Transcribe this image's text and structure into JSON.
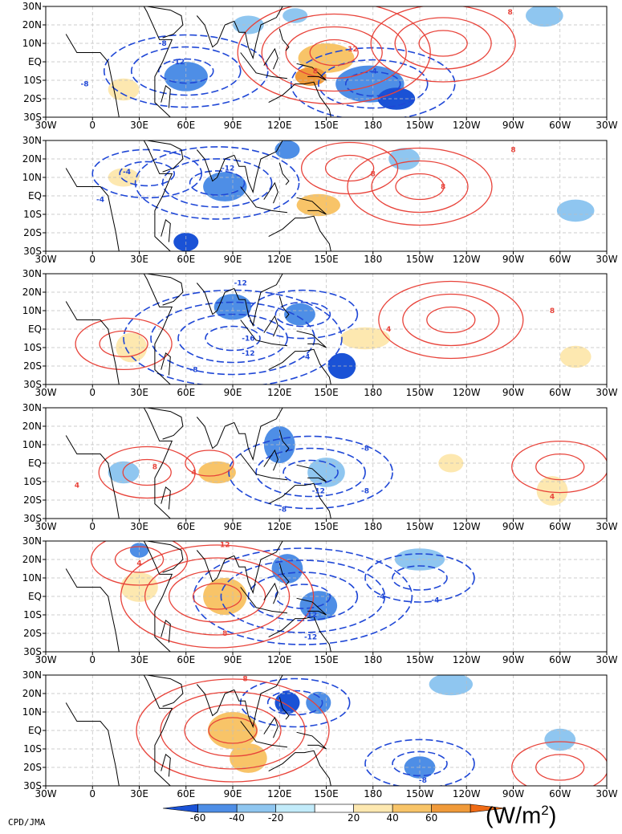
{
  "lat_labels": [
    "30N",
    "20N",
    "10N",
    "EQ",
    "10S",
    "20S",
    "30S"
  ],
  "lon_labels": [
    "30W",
    "0",
    "30E",
    "60E",
    "90E",
    "120E",
    "150E",
    "180",
    "150W",
    "120W",
    "90W",
    "60W",
    "30W"
  ],
  "panels": [
    {
      "shading": [
        {
          "lon": 60,
          "lat": -8,
          "rx": 14,
          "ry": 8,
          "v": -50
        },
        {
          "lon": 178,
          "lat": -12,
          "rx": 22,
          "ry": 10,
          "v": -55
        },
        {
          "lon": 195,
          "lat": -20,
          "rx": 12,
          "ry": 6,
          "v": -65
        },
        {
          "lon": 130,
          "lat": 25,
          "rx": 8,
          "ry": 4,
          "v": -30
        },
        {
          "lon": 150,
          "lat": 2,
          "rx": 18,
          "ry": 8,
          "v": 45
        },
        {
          "lon": 140,
          "lat": -8,
          "rx": 10,
          "ry": 5,
          "v": 65
        },
        {
          "lon": 290,
          "lat": 25,
          "rx": 12,
          "ry": 6,
          "v": -25
        },
        {
          "lon": 20,
          "lat": -15,
          "rx": 10,
          "ry": 6,
          "v": 25
        },
        {
          "lon": 100,
          "lat": 20,
          "rx": 10,
          "ry": 5,
          "v": -25
        }
      ],
      "neg_centers": [
        {
          "lon": 60,
          "lat": -5,
          "n": 3
        },
        {
          "lon": 180,
          "lat": -12,
          "n": 3
        }
      ],
      "pos_centers": [
        {
          "lon": 155,
          "lat": 5,
          "n": 4
        },
        {
          "lon": 225,
          "lat": 10,
          "n": 3
        }
      ],
      "contour_labels": [
        {
          "lon": 55,
          "lat": 0,
          "t": "-12",
          "c": "neg"
        },
        {
          "lon": 45,
          "lat": 10,
          "t": "-8",
          "c": "neg"
        },
        {
          "lon": -5,
          "lat": -12,
          "t": "-8",
          "c": "neg"
        },
        {
          "lon": 180,
          "lat": -5,
          "t": "-4",
          "c": "neg"
        },
        {
          "lon": 167,
          "lat": 7,
          "t": "12",
          "c": "pos"
        },
        {
          "lon": 143,
          "lat": -5,
          "t": "8",
          "c": "pos"
        },
        {
          "lon": 268,
          "lat": 27,
          "t": "8",
          "c": "pos"
        }
      ]
    },
    {
      "shading": [
        {
          "lon": 85,
          "lat": 5,
          "rx": 14,
          "ry": 8,
          "v": -55
        },
        {
          "lon": 60,
          "lat": -25,
          "rx": 8,
          "ry": 5,
          "v": -60
        },
        {
          "lon": 125,
          "lat": 25,
          "rx": 8,
          "ry": 5,
          "v": -40
        },
        {
          "lon": 200,
          "lat": 20,
          "rx": 10,
          "ry": 6,
          "v": -30
        },
        {
          "lon": 145,
          "lat": -5,
          "rx": 14,
          "ry": 6,
          "v": 45
        },
        {
          "lon": 20,
          "lat": 10,
          "rx": 10,
          "ry": 5,
          "v": 25
        },
        {
          "lon": 310,
          "lat": -8,
          "rx": 12,
          "ry": 6,
          "v": -25
        }
      ],
      "neg_centers": [
        {
          "lon": 80,
          "lat": 7,
          "n": 3
        },
        {
          "lon": 35,
          "lat": 12,
          "n": 2
        }
      ],
      "pos_centers": [
        {
          "lon": 165,
          "lat": 15,
          "n": 2
        },
        {
          "lon": 210,
          "lat": 5,
          "n": 3
        }
      ],
      "contour_labels": [
        {
          "lon": 87,
          "lat": 15,
          "t": "-12",
          "c": "neg"
        },
        {
          "lon": 22,
          "lat": 13,
          "t": "-4",
          "c": "neg"
        },
        {
          "lon": 5,
          "lat": -2,
          "t": "-4",
          "c": "neg"
        },
        {
          "lon": 180,
          "lat": 12,
          "t": "8",
          "c": "pos"
        },
        {
          "lon": 225,
          "lat": 5,
          "t": "8",
          "c": "pos"
        },
        {
          "lon": 270,
          "lat": 25,
          "t": "8",
          "c": "pos"
        }
      ]
    },
    {
      "shading": [
        {
          "lon": 90,
          "lat": 12,
          "rx": 12,
          "ry": 7,
          "v": -55
        },
        {
          "lon": 133,
          "lat": 8,
          "rx": 10,
          "ry": 6,
          "v": -45
        },
        {
          "lon": 160,
          "lat": -20,
          "rx": 9,
          "ry": 7,
          "v": -65
        },
        {
          "lon": 175,
          "lat": -5,
          "rx": 16,
          "ry": 6,
          "v": 35
        },
        {
          "lon": 25,
          "lat": -10,
          "rx": 10,
          "ry": 8,
          "v": 25
        },
        {
          "lon": 310,
          "lat": -15,
          "rx": 10,
          "ry": 6,
          "v": 25
        }
      ],
      "neg_centers": [
        {
          "lon": 90,
          "lat": -5,
          "n": 4
        },
        {
          "lon": 135,
          "lat": 8,
          "n": 2
        }
      ],
      "pos_centers": [
        {
          "lon": 20,
          "lat": -8,
          "n": 2
        },
        {
          "lon": 230,
          "lat": 5,
          "n": 3
        }
      ],
      "contour_labels": [
        {
          "lon": 95,
          "lat": 25,
          "t": "-12",
          "c": "neg"
        },
        {
          "lon": 100,
          "lat": -5,
          "t": "-16",
          "c": "neg"
        },
        {
          "lon": 100,
          "lat": -13,
          "t": "-12",
          "c": "neg"
        },
        {
          "lon": 65,
          "lat": -22,
          "t": "-8",
          "c": "neg"
        },
        {
          "lon": 137,
          "lat": -15,
          "t": "-4",
          "c": "neg"
        },
        {
          "lon": 190,
          "lat": 0,
          "t": "4",
          "c": "pos"
        },
        {
          "lon": 295,
          "lat": 10,
          "t": "8",
          "c": "pos"
        }
      ]
    },
    {
      "shading": [
        {
          "lon": 120,
          "lat": 10,
          "rx": 10,
          "ry": 10,
          "v": -50
        },
        {
          "lon": 150,
          "lat": -5,
          "rx": 12,
          "ry": 8,
          "v": -35
        },
        {
          "lon": 80,
          "lat": -5,
          "rx": 12,
          "ry": 6,
          "v": 40
        },
        {
          "lon": 20,
          "lat": -5,
          "rx": 10,
          "ry": 6,
          "v": -35
        },
        {
          "lon": 295,
          "lat": -15,
          "rx": 10,
          "ry": 8,
          "v": 30
        },
        {
          "lon": 230,
          "lat": 0,
          "rx": 8,
          "ry": 5,
          "v": 25
        }
      ],
      "neg_centers": [
        {
          "lon": 140,
          "lat": -5,
          "n": 3
        }
      ],
      "pos_centers": [
        {
          "lon": 35,
          "lat": -5,
          "n": 2
        },
        {
          "lon": 75,
          "lat": 0,
          "n": 1
        },
        {
          "lon": 300,
          "lat": -2,
          "n": 2
        }
      ],
      "contour_labels": [
        {
          "lon": 175,
          "lat": 8,
          "t": "-8",
          "c": "neg"
        },
        {
          "lon": 145,
          "lat": -15,
          "t": "-12",
          "c": "neg"
        },
        {
          "lon": 122,
          "lat": -25,
          "t": "-8",
          "c": "neg"
        },
        {
          "lon": 175,
          "lat": -15,
          "t": "-8",
          "c": "neg"
        },
        {
          "lon": 65,
          "lat": -5,
          "t": "4",
          "c": "pos"
        },
        {
          "lon": 40,
          "lat": -2,
          "t": "8",
          "c": "pos"
        },
        {
          "lon": -10,
          "lat": -12,
          "t": "4",
          "c": "pos"
        },
        {
          "lon": 295,
          "lat": -18,
          "t": "4",
          "c": "pos"
        }
      ]
    },
    {
      "shading": [
        {
          "lon": 125,
          "lat": 15,
          "rx": 10,
          "ry": 8,
          "v": -50
        },
        {
          "lon": 145,
          "lat": -5,
          "rx": 12,
          "ry": 8,
          "v": -45
        },
        {
          "lon": 85,
          "lat": 0,
          "rx": 14,
          "ry": 10,
          "v": 45
        },
        {
          "lon": 30,
          "lat": 25,
          "rx": 6,
          "ry": 4,
          "v": -50
        },
        {
          "lon": 210,
          "lat": 20,
          "rx": 16,
          "ry": 6,
          "v": -30
        },
        {
          "lon": 30,
          "lat": 5,
          "rx": 12,
          "ry": 8,
          "v": 25
        }
      ],
      "neg_centers": [
        {
          "lon": 135,
          "lat": 0,
          "n": 4
        },
        {
          "lon": 210,
          "lat": 10,
          "n": 2
        }
      ],
      "pos_centers": [
        {
          "lon": 80,
          "lat": 0,
          "n": 4
        },
        {
          "lon": 30,
          "lat": 20,
          "n": 2
        }
      ],
      "contour_labels": [
        {
          "lon": 30,
          "lat": 18,
          "t": "4",
          "c": "pos"
        },
        {
          "lon": 85,
          "lat": 28,
          "t": "12",
          "c": "pos"
        },
        {
          "lon": 85,
          "lat": -20,
          "t": "8",
          "c": "pos"
        },
        {
          "lon": 140,
          "lat": -10,
          "t": "-12",
          "c": "neg"
        },
        {
          "lon": 140,
          "lat": -22,
          "t": "-12",
          "c": "neg"
        },
        {
          "lon": 185,
          "lat": 0,
          "t": "-4",
          "c": "neg"
        },
        {
          "lon": 220,
          "lat": -2,
          "t": "-4",
          "c": "neg"
        }
      ]
    },
    {
      "shading": [
        {
          "lon": 125,
          "lat": 15,
          "rx": 8,
          "ry": 6,
          "v": -60
        },
        {
          "lon": 145,
          "lat": 15,
          "rx": 8,
          "ry": 6,
          "v": -55
        },
        {
          "lon": 210,
          "lat": -20,
          "rx": 10,
          "ry": 6,
          "v": -45
        },
        {
          "lon": 90,
          "lat": 0,
          "rx": 16,
          "ry": 10,
          "v": 45
        },
        {
          "lon": 100,
          "lat": -15,
          "rx": 12,
          "ry": 8,
          "v": 40
        },
        {
          "lon": 230,
          "lat": 25,
          "rx": 14,
          "ry": 6,
          "v": -30
        },
        {
          "lon": 300,
          "lat": -5,
          "rx": 10,
          "ry": 6,
          "v": -25
        }
      ],
      "neg_centers": [
        {
          "lon": 130,
          "lat": 15,
          "n": 2
        },
        {
          "lon": 210,
          "lat": -18,
          "n": 2
        }
      ],
      "pos_centers": [
        {
          "lon": 90,
          "lat": 0,
          "n": 4
        },
        {
          "lon": 300,
          "lat": -20,
          "n": 2
        }
      ],
      "contour_labels": [
        {
          "lon": 98,
          "lat": 28,
          "t": "8",
          "c": "pos"
        },
        {
          "lon": 212,
          "lat": -27,
          "t": "-8",
          "c": "neg"
        }
      ]
    }
  ],
  "colorbar": {
    "ticks": [
      "-60",
      "-40",
      "-20",
      "20",
      "40",
      "60"
    ],
    "colors": [
      "#1a52d6",
      "#4e8ee6",
      "#8fc6f0",
      "#c2ebfa",
      "#ffffff",
      "#fde8b0",
      "#f8c468",
      "#f09a3a",
      "#ef6a14"
    ]
  },
  "units_label": "(W/m",
  "units_sup": "2",
  "units_close": ")",
  "credit": "CPD/JMA",
  "colors": {
    "positive_contour": "#e8433a",
    "negative_contour": "#1f47d6",
    "land": "#000000",
    "grid": "#bdbdbd"
  }
}
